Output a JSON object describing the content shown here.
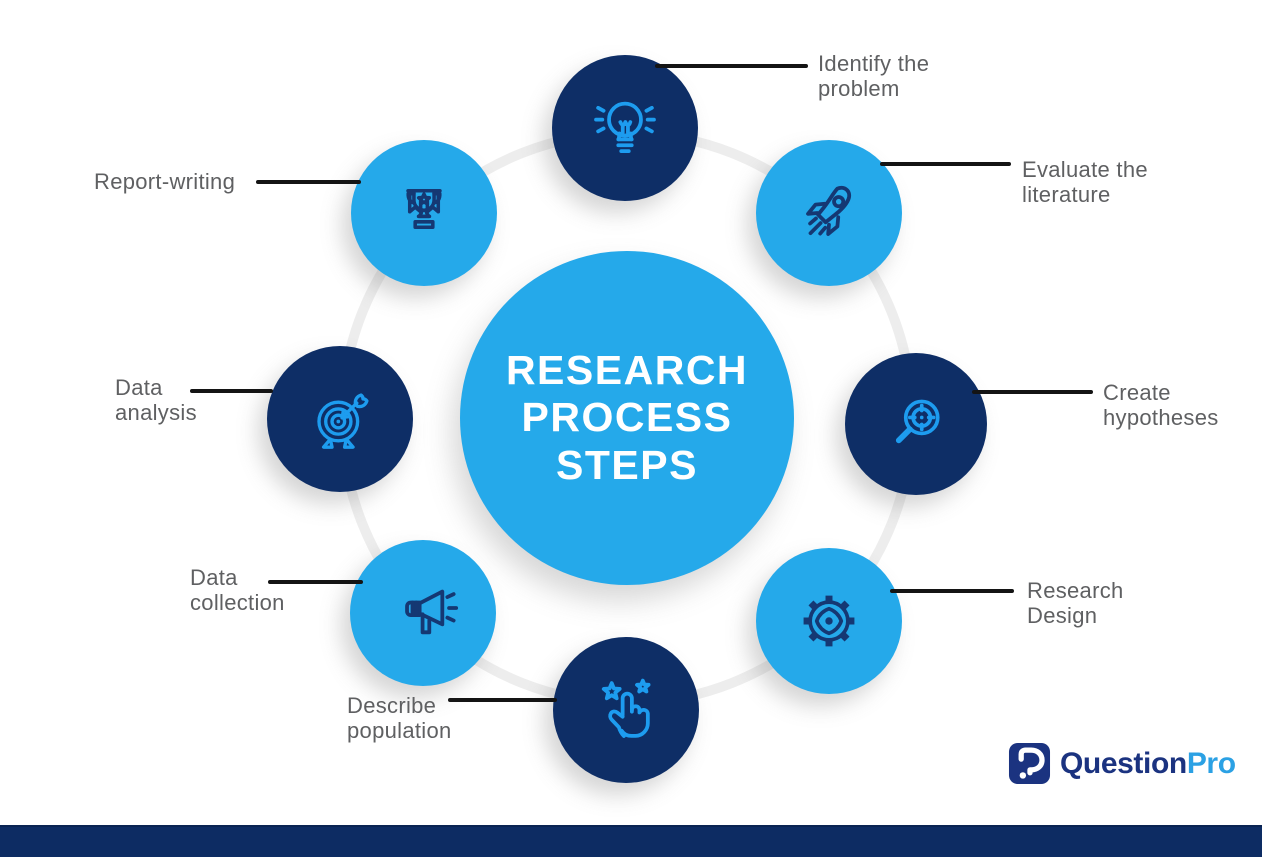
{
  "center": {
    "title": "RESEARCH\nPROCESS\nSTEPS"
  },
  "steps": [
    {
      "name": "identify-problem",
      "label": "Identify the\nproblem",
      "icon": "lightbulb-icon",
      "circle_color": "#0E2E66"
    },
    {
      "name": "evaluate-literature",
      "label": "Evaluate the\nliterature",
      "icon": "rocket-icon",
      "circle_color": "#25A9EA"
    },
    {
      "name": "create-hypotheses",
      "label": "Create\nhypotheses",
      "icon": "magnifier-crosshair-icon",
      "circle_color": "#0E2E66"
    },
    {
      "name": "research-design",
      "label": "Research\nDesign",
      "icon": "gear-icon",
      "circle_color": "#25A9EA"
    },
    {
      "name": "describe-population",
      "label": "Describe\npopulation",
      "icon": "hand-stars-icon",
      "circle_color": "#0E2E66"
    },
    {
      "name": "data-collection",
      "label": "Data\ncollection",
      "icon": "megaphone-icon",
      "circle_color": "#25A9EA"
    },
    {
      "name": "data-analysis",
      "label": "Data\nanalysis",
      "icon": "dartboard-arrow-icon",
      "circle_color": "#0E2E66"
    },
    {
      "name": "report-writing",
      "label": "Report-writing",
      "icon": "trophy-icon",
      "circle_color": "#25A9EA"
    }
  ],
  "logo": {
    "brand_first": "Question",
    "brand_second": "Pro",
    "mark_icon": "questionpro-mark-icon"
  },
  "colors": {
    "light_blue": "#25A9EA",
    "navy": "#0E2E66",
    "icon_blue": "#1D9CEF",
    "icon_navy": "#153873",
    "label_gray": "#5F6062",
    "connector_black": "#141414",
    "ring_gray": "#EDEDED",
    "footer_navy": "#0D2C63",
    "logo_navy": "#1B3380",
    "logo_light_blue": "#2BA1E4"
  }
}
